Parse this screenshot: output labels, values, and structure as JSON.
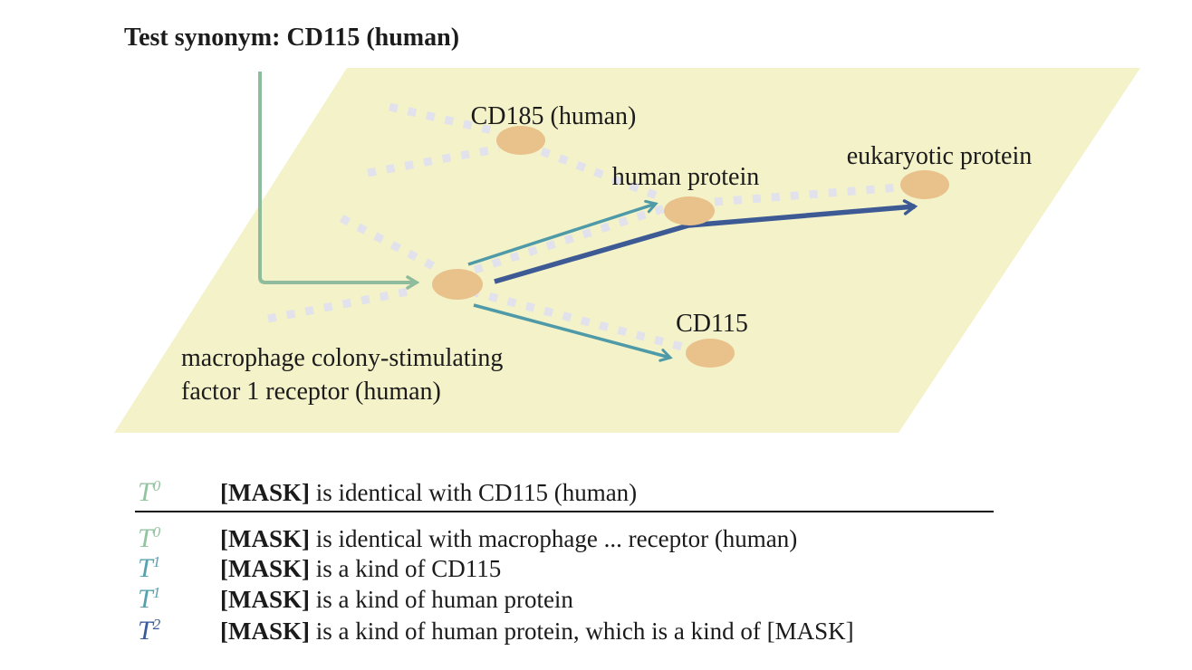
{
  "title": "Test synonym: CD115 (human)",
  "diagram": {
    "node_labels": {
      "cd185": "CD185 (human)",
      "human_protein": "human protein",
      "eukaryotic_protein": "eukaryotic protein",
      "cd115": "CD115",
      "central_line1": "macrophage colony-stimulating",
      "central_line2": "factor 1 receptor (human)"
    },
    "colors": {
      "plane_fill": "#f4f2c9",
      "node_fill": "#e9c18a",
      "dashed_edge": "#e2e2ec",
      "synonym_green": "#8fbc9d",
      "taxonomy_teal": "#4e9aa8",
      "taxonomy_blue": "#3d5a94",
      "text": "#1b1b1b"
    }
  },
  "templates": {
    "rows": [
      {
        "symbol": "T",
        "sup": "0",
        "mask": "[MASK]",
        "text": " is identical with CD115 (human)"
      },
      {
        "symbol": "T",
        "sup": "0",
        "mask": "[MASK]",
        "text": " is identical with macrophage ... receptor (human)"
      },
      {
        "symbol": "T",
        "sup": "1",
        "mask": "[MASK]",
        "text": " is a kind of CD115"
      },
      {
        "symbol": "T",
        "sup": "1",
        "mask": "[MASK]",
        "text": " is a kind of human protein"
      },
      {
        "symbol": "T",
        "sup": "2",
        "mask": "[MASK]",
        "text": " is a kind of human protein, which is a kind of [MASK]"
      }
    ]
  }
}
